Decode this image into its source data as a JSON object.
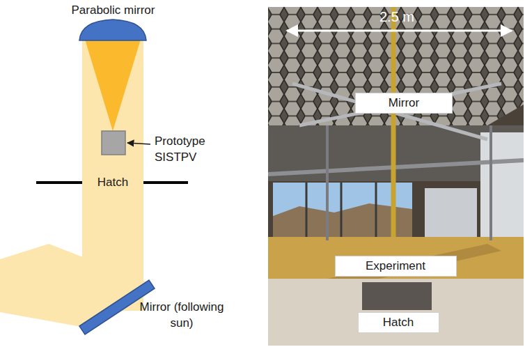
{
  "diagram": {
    "nodes": [
      {
        "text": [
          "Mirror"
        ]
      },
      {
        "text": [
          "Experiment"
        ]
      },
      {
        "text": [
          "Hatch"
        ]
      }
    ],
    "labels": [
      "Parabolic mirror",
      "2.5 m",
      "Prototype SISTPV",
      "Hatch",
      "Mirror (following sun)"
    ]
  }
}
